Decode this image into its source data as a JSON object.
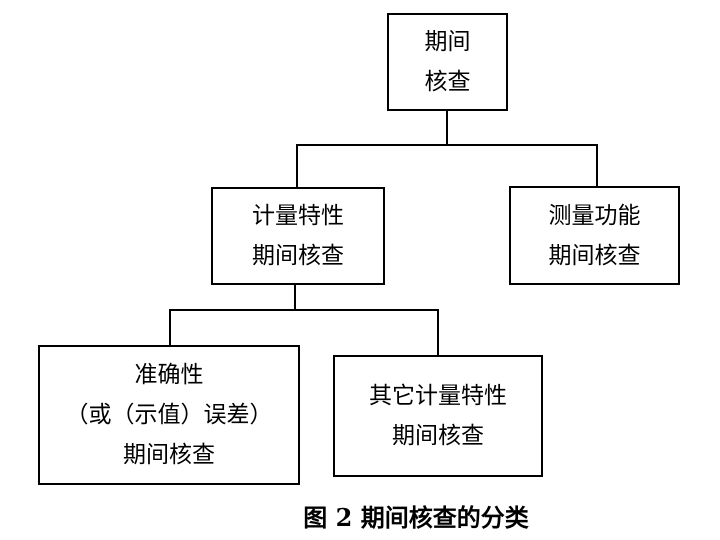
{
  "diagram": {
    "title_caption": "图 2 期间核查的分类",
    "colors": {
      "background": "#ffffff",
      "border": "#000000",
      "text": "#000000"
    },
    "nodes": {
      "root": {
        "lines": [
          "期间",
          "核查"
        ]
      },
      "metrological_characteristics": {
        "lines": [
          "计量特性",
          "期间核查"
        ]
      },
      "measurement_function": {
        "lines": [
          "测量功能",
          "期间核查"
        ]
      },
      "accuracy_error": {
        "lines": [
          "准确性",
          "（或（示值）误差）",
          "期间核查"
        ]
      },
      "other_metrological": {
        "lines": [
          "其它计量特性",
          "期间核查"
        ]
      }
    }
  }
}
